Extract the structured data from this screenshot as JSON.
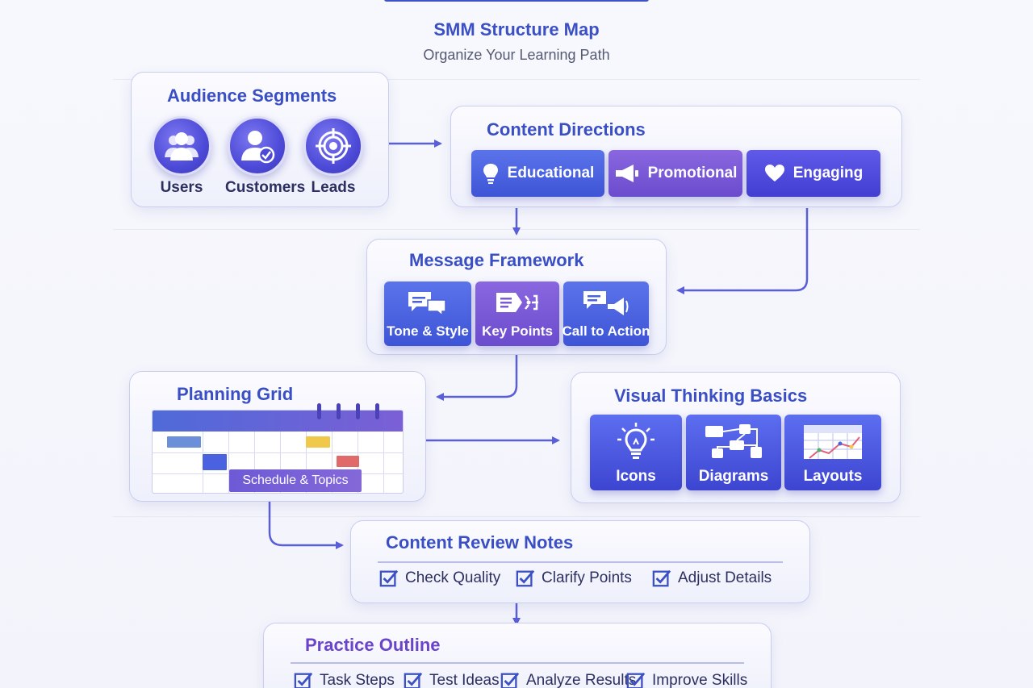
{
  "header": {
    "title": "SMM Structure Map",
    "subtitle": "Organize Your Learning Path"
  },
  "audience": {
    "title": "Audience Segments",
    "items": [
      {
        "label": "Users",
        "icon": "users-icon"
      },
      {
        "label": "Customers",
        "icon": "customer-check-icon"
      },
      {
        "label": "Leads",
        "icon": "target-icon"
      }
    ]
  },
  "content_directions": {
    "title": "Content Directions",
    "items": [
      {
        "label": "Educational",
        "icon": "lightbulb-icon",
        "color": "#4a62e0"
      },
      {
        "label": "Promotional",
        "icon": "megaphone-icon",
        "color": "#7a5ad8"
      },
      {
        "label": "Engaging",
        "icon": "heart-icon",
        "color": "#4f4be0"
      }
    ]
  },
  "message_framework": {
    "title": "Message Framework",
    "items": [
      {
        "label": "Tone & Style",
        "icon": "chat-bubbles-icon"
      },
      {
        "label": "Key Points",
        "icon": "list-points-icon"
      },
      {
        "label": "Call to Action",
        "icon": "chat-megaphone-icon"
      }
    ]
  },
  "planning_grid": {
    "title": "Planning Grid",
    "calendar_label": "Schedule & Topics"
  },
  "visual_thinking": {
    "title": "Visual Thinking Basics",
    "items": [
      {
        "label": "Icons",
        "icon": "lightbulb-icon"
      },
      {
        "label": "Diagrams",
        "icon": "flowchart-icon"
      },
      {
        "label": "Layouts",
        "icon": "layout-chart-icon"
      }
    ]
  },
  "review_notes": {
    "title": "Content Review Notes",
    "items": [
      "Check Quality",
      "Clarify Points",
      "Adjust Details"
    ]
  },
  "practice_outline": {
    "title": "Practice Outline",
    "items": [
      "Task Steps",
      "Test Ideas",
      "Analyze Results",
      "Improve Skills"
    ]
  },
  "colors": {
    "accent_blue": "#3b50c4",
    "accent_purple": "#6a45c9",
    "connector": "#5a5ed8"
  }
}
